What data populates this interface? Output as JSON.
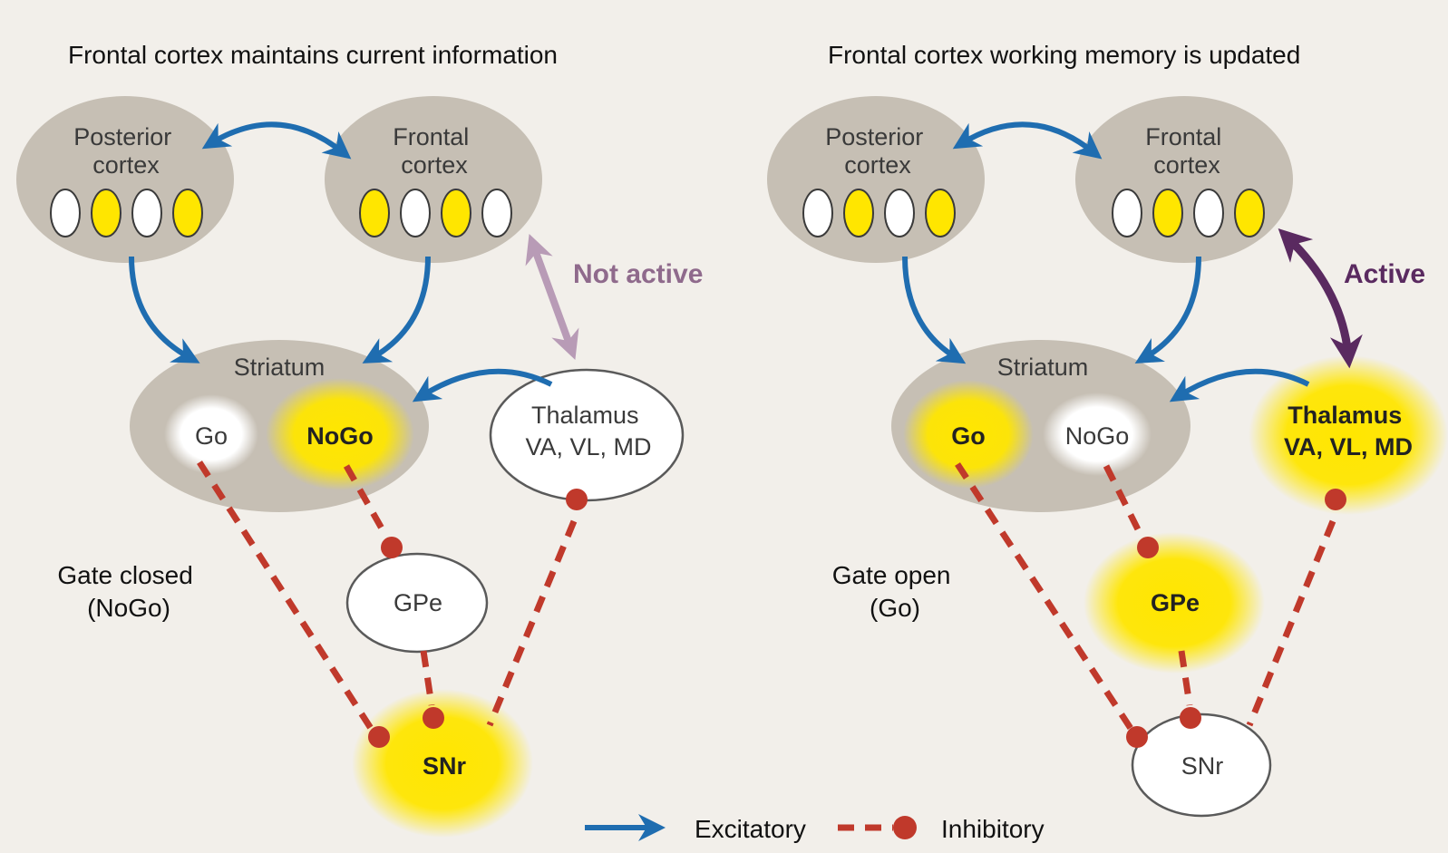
{
  "colors": {
    "background": "#f2efea",
    "region_fill": "#c6bfb4",
    "excitatory": "#1f6db0",
    "inhibitory": "#c0392b",
    "active_glow": "#ffe600",
    "thalamus_link_inactive": "#b89bb6",
    "thalamus_link_active": "#5a2a60"
  },
  "panels": [
    {
      "title": "Frontal cortex maintains current information",
      "posterior_label": [
        "Posterior",
        "cortex"
      ],
      "frontal_label": [
        "Frontal",
        "cortex"
      ],
      "striatum_label": "Striatum",
      "go_label": "Go",
      "nogo_label": "NoGo",
      "thalamus_label": [
        "Thalamus",
        "VA, VL, MD"
      ],
      "gpe_label": "GPe",
      "snr_label": "SNr",
      "thalamus_link_label": "Not active",
      "gate_label": [
        "Gate closed",
        "(NoGo)"
      ],
      "active_nodes": [
        "NoGo",
        "SNr"
      ],
      "posterior_units": [
        "off",
        "on",
        "off",
        "on"
      ],
      "frontal_units": [
        "on",
        "off",
        "on",
        "off"
      ]
    },
    {
      "title": "Frontal cortex working memory is updated",
      "posterior_label": [
        "Posterior",
        "cortex"
      ],
      "frontal_label": [
        "Frontal",
        "cortex"
      ],
      "striatum_label": "Striatum",
      "go_label": "Go",
      "nogo_label": "NoGo",
      "thalamus_label": [
        "Thalamus",
        "VA, VL, MD"
      ],
      "gpe_label": "GPe",
      "snr_label": "SNr",
      "thalamus_link_label": "Active",
      "gate_label": [
        "Gate open",
        "(Go)"
      ],
      "active_nodes": [
        "Go",
        "GPe",
        "Thalamus"
      ],
      "posterior_units": [
        "off",
        "on",
        "off",
        "on"
      ],
      "frontal_units": [
        "off",
        "on",
        "off",
        "on"
      ]
    }
  ],
  "legend": {
    "excitatory_label": "Excitatory",
    "inhibitory_label": "Inhibitory"
  }
}
